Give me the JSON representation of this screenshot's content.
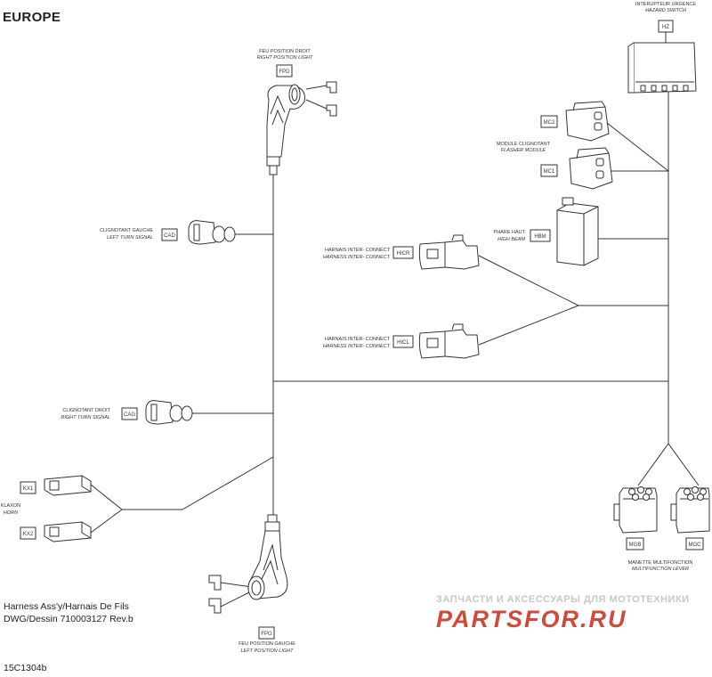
{
  "title": "EUROPE",
  "components": {
    "hz": {
      "code": "HZ",
      "fr": "INTERUPTEUR URGENCE",
      "en": "HAZARD SWITCH"
    },
    "fpd": {
      "code": "FPD",
      "fr": "FEU POSITION DROIT",
      "en": "RIGHT POSITION LIGHT"
    },
    "mc2": {
      "code": "MC2"
    },
    "mc1": {
      "code": "MC1"
    },
    "flasher": {
      "fr": "MODULE CLIGNOTANT",
      "en": "FLASHER MODULE"
    },
    "cad": {
      "code": "CAD",
      "fr": "CLIGNOTANT GAUCHE",
      "en": "LEFT TURN SIGNAL"
    },
    "hbm": {
      "code": "HBM",
      "fr": "PHARE HAUT",
      "en": "HIGH BEAM"
    },
    "hicr": {
      "code": "HICR",
      "fr": "HARNAIS INTER- CONNECT",
      "en": "HARNESS INTER- CONNECT"
    },
    "hicl": {
      "code": "HICL",
      "fr": "HARNAIS INTER- CONNECT",
      "en": "HARNESS INTER- CONNECT"
    },
    "cag": {
      "code": "CAG",
      "fr": "CLIGNOTANT DROIT",
      "en": "RIGHT TURN SIGNAL"
    },
    "kx1": {
      "code": "KX1"
    },
    "kx2": {
      "code": "KX2"
    },
    "horn": {
      "fr": "KLAXON",
      "en": "HORN"
    },
    "mgb": {
      "code": "MGB"
    },
    "mgc": {
      "code": "MGC"
    },
    "multifunction": {
      "fr": "MANETTE MULTIFONCTION",
      "en": "MULTIFUNCTION LEVER"
    },
    "fpg": {
      "code": "FPG",
      "fr": "FEU POSITION GAUCHE",
      "en": "LEFT POSITION LIGHT"
    }
  },
  "footer": {
    "line1": "Harness Ass'y/Harnais De Fils",
    "line2": "DWG/Dessin 710003127 Rev.b",
    "ref": "15C1304b"
  },
  "watermark": {
    "tagline": "ЗАПЧАСТИ И АКСЕССУАРЫ ДЛЯ МОТОТЕХНИКИ",
    "brand": "PARTSFOR.RU",
    "brand_color": "#d04a3c",
    "tag_color": "#c8c8c8"
  }
}
